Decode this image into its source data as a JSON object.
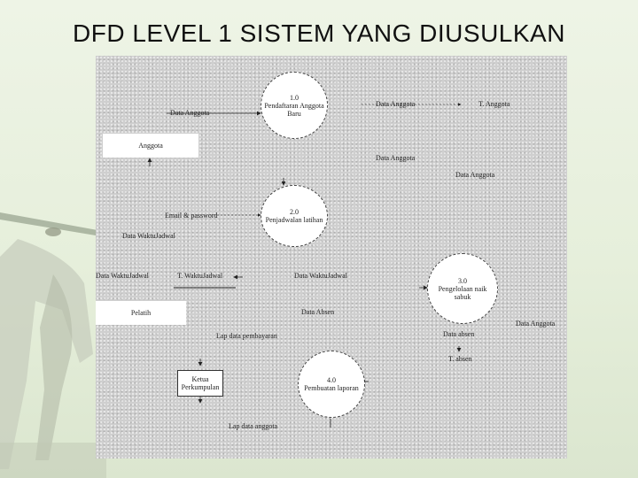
{
  "title": "DFD LEVEL 1 SISTEM YANG DIUSULKAN",
  "processes": {
    "p1": "1.0\nPendaftaran Anggota\nBaru",
    "p2": "2.0\nPenjadwalan latihan",
    "p3": "3.0\nPengelolaan naik\nsabuk",
    "p4": "4.0\nPembuatan laporan"
  },
  "entities": {
    "anggota": "Anggota",
    "pelatih": "Pelatih",
    "ketua": "Ketua\nPerkumpulan"
  },
  "datastores": {
    "t_anggota": "T. Anggota",
    "t_waktujadwal": "T. WaktuJadwal",
    "t_absen": "T. absen"
  },
  "flows": {
    "f1": "Data Anggota",
    "f2": "Data Anggota",
    "f3": "Data Anggota",
    "f4": "Data Anggota",
    "f5": "Email & password",
    "f6": "Data WaktuJadwal",
    "f7": "Data WaktuJadwal",
    "f8": "Data WaktuJadwal",
    "f9": "Data Absen",
    "f10": "Data Anggota",
    "f11": "Lap data pembayaran",
    "f12": "Data absen",
    "f13": "Lap data anggota"
  }
}
